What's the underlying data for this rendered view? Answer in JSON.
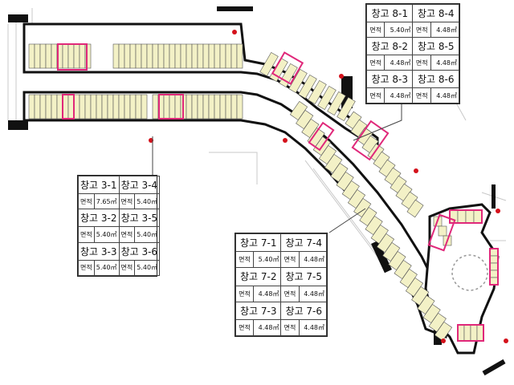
{
  "legend_3": [
    {
      "left": {
        "name": "창고 3-1",
        "area_label": "면적",
        "area": "7.65㎡"
      },
      "right": {
        "name": "창고 3-4",
        "area_label": "면적",
        "area": "5.40㎡"
      }
    },
    {
      "left": {
        "name": "창고 3-2",
        "area_label": "면적",
        "area": "5.40㎡"
      },
      "right": {
        "name": "창고 3-5",
        "area_label": "면적",
        "area": "5.40㎡"
      }
    },
    {
      "left": {
        "name": "창고 3-3",
        "area_label": "면적",
        "area": "5.40㎡"
      },
      "right": {
        "name": "창고 3-6",
        "area_label": "면적",
        "area": "5.40㎡"
      }
    }
  ],
  "legend_7": [
    {
      "left": {
        "name": "창고 7-1",
        "area_label": "면적",
        "area": "5.40㎡"
      },
      "right": {
        "name": "창고 7-4",
        "area_label": "면적",
        "area": "4.48㎡"
      }
    },
    {
      "left": {
        "name": "창고 7-2",
        "area_label": "면적",
        "area": "4.48㎡"
      },
      "right": {
        "name": "창고 7-5",
        "area_label": "면적",
        "area": "4.48㎡"
      }
    },
    {
      "left": {
        "name": "창고 7-3",
        "area_label": "면적",
        "area": "4.48㎡"
      },
      "right": {
        "name": "창고 7-6",
        "area_label": "면적",
        "area": "4.48㎡"
      }
    }
  ],
  "legend_8": [
    {
      "left": {
        "name": "창고 8-1",
        "area_label": "면적",
        "area": "5.40㎡"
      },
      "right": {
        "name": "창고 8-4",
        "area_label": "면적",
        "area": "4.48㎡"
      }
    },
    {
      "left": {
        "name": "창고 8-2",
        "area_label": "면적",
        "area": "4.48㎡"
      },
      "right": {
        "name": "창고 8-5",
        "area_label": "면적",
        "area": "4.48㎡"
      }
    },
    {
      "left": {
        "name": "창고 8-3",
        "area_label": "면적",
        "area": "4.48㎡"
      },
      "right": {
        "name": "창고 8-6",
        "area_label": "면적",
        "area": "4.48㎡"
      }
    }
  ],
  "colors": {
    "unit_fill": "#f3f1c6",
    "highlight": "#e0287a",
    "wall": "#111111",
    "marker": "#d4111b"
  }
}
